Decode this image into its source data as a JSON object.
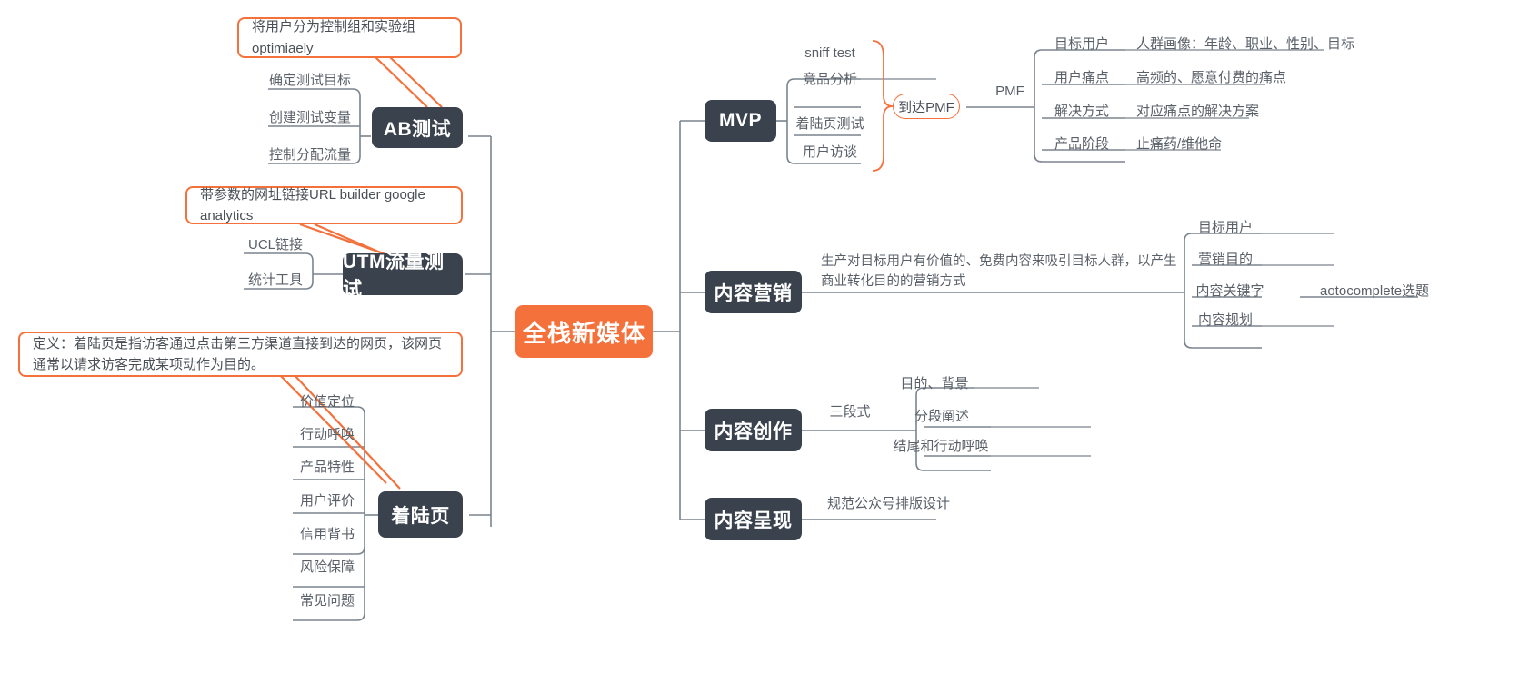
{
  "root": {
    "label": "全栈新媒体",
    "color": "#F4713B"
  },
  "theme": {
    "topic_bg": "#3A434D",
    "accent": "#F4713B",
    "line": "#7a838d",
    "text": "#5a6068"
  },
  "left_branches": [
    {
      "id": "ab-test",
      "label": "AB测试",
      "callout": "将用户分为控制组和实验组 optimiaely",
      "children": [
        {
          "label": "确定测试目标"
        },
        {
          "label": "创建测试变量"
        },
        {
          "label": "控制分配流量"
        }
      ]
    },
    {
      "id": "utm",
      "label": "UTM流量测试",
      "callout": "带参数的网址链接URL builder  google analytics",
      "children": [
        {
          "label": "UCL链接"
        },
        {
          "label": "统计工具"
        }
      ]
    },
    {
      "id": "landing-page",
      "label": "着陆页",
      "callout": "定义：着陆页是指访客通过点击第三方渠道直接到达的网页，该网页通常以请求访客完成某项动作为目的。",
      "children": [
        {
          "label": "价值定位"
        },
        {
          "label": "行动呼唤"
        },
        {
          "label": "产品特性"
        },
        {
          "label": "用户评价"
        },
        {
          "label": "信用背书"
        },
        {
          "label": "风险保障"
        },
        {
          "label": "常见问题"
        }
      ]
    }
  ],
  "right_branches": [
    {
      "id": "mvp",
      "label": "MVP",
      "children": [
        {
          "label": "sniff test"
        },
        {
          "label": "竞品分析"
        },
        {
          "label": "着陆页测试"
        },
        {
          "label": "用户访谈"
        }
      ],
      "bracket_pill": "到达PMF",
      "pmf": {
        "label": "PMF",
        "rows": [
          {
            "key": "目标用户",
            "value": "人群画像：年龄、职业、性别、目标"
          },
          {
            "key": "用户痛点",
            "value": "高频的、愿意付费的痛点"
          },
          {
            "key": "解决方式",
            "value": "对应痛点的解决方案"
          },
          {
            "key": "产品阶段",
            "value": "止痛药/维他命"
          }
        ]
      }
    },
    {
      "id": "content-marketing",
      "label": "内容营销",
      "note": "生产对目标用户有价值的、免费内容来吸引目标人群，以产生商业转化目的的营销方式",
      "children": [
        {
          "label": "目标用户",
          "detail": ""
        },
        {
          "label": "营销目的",
          "detail": ""
        },
        {
          "label": "内容关键字",
          "detail": "aotocomplete选题"
        },
        {
          "label": "内容规划",
          "detail": ""
        }
      ]
    },
    {
      "id": "content-creation",
      "label": "内容创作",
      "note": "三段式",
      "children": [
        {
          "label": "目的、背景"
        },
        {
          "label": "分段阐述"
        },
        {
          "label": "结尾和行动呼唤"
        }
      ]
    },
    {
      "id": "content-presentation",
      "label": "内容呈现",
      "note": "规范公众号排版设计",
      "children": []
    }
  ]
}
